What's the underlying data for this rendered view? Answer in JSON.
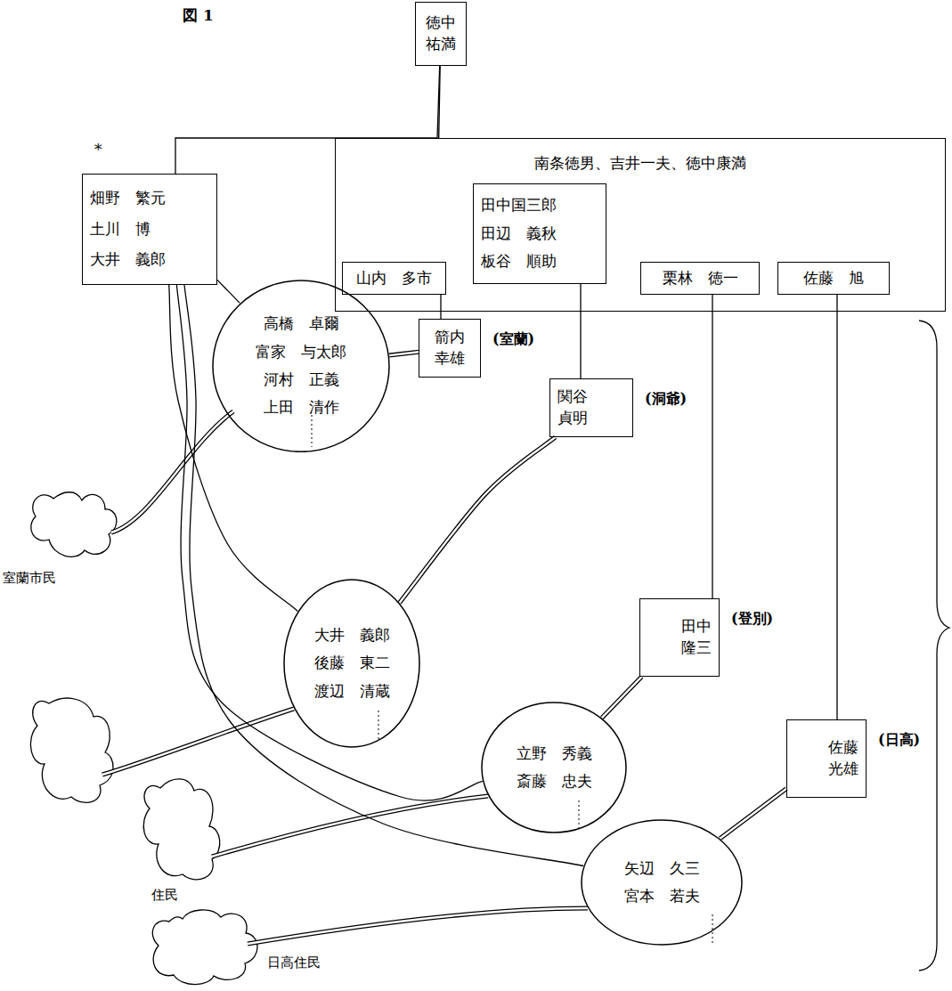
{
  "diagram": {
    "nodes": [
      {
        "text": [
          "徳中 祐満"
        ]
      },
      {
        "text": [
          "畑野　繁元",
          "土川　博",
          "大井　義郎"
        ]
      },
      {
        "text": [
          "南条徳男、吉井一夫、徳中康満"
        ]
      },
      {
        "text": [
          "田中国三郎",
          "田辺　義秋",
          "板谷　順助"
        ],
        "in": 2
      },
      {
        "text": [
          "山内　多市"
        ],
        "in": 2
      },
      {
        "text": [
          "栗林　徳一"
        ],
        "in": 2
      },
      {
        "text": [
          "佐藤　旭"
        ],
        "in": 2
      },
      {
        "text": [
          "高橋　卓爾",
          "富家　与太郎",
          "河村　正義",
          "上田　清作"
        ]
      },
      {
        "text": [
          "箭内 幸雄",
          "(室蘭)"
        ]
      },
      {
        "text": [
          "関谷 貞明",
          "(洞爺)"
        ]
      },
      {
        "text": [
          "大井　義郎",
          "後藤　東二",
          "渡辺　清蔵"
        ]
      },
      {
        "text": [
          "田中 隆三",
          "(登別)"
        ]
      },
      {
        "text": [
          "立野　秀義",
          "斎藤　忠夫"
        ]
      },
      {
        "text": [
          "佐藤 光雄",
          "(日高)"
        ]
      },
      {
        "text": [
          "矢辺　久三",
          "宮本　若夫"
        ]
      }
    ],
    "edges": [
      {
        "from": 0,
        "to": 2,
        "arrow": "none"
      },
      {
        "from": 0,
        "to": 1,
        "arrow": "none"
      },
      {
        "from": 4,
        "to": 8,
        "arrow": "none"
      },
      {
        "from": 3,
        "to": 9,
        "arrow": "none"
      },
      {
        "from": 5,
        "to": 11,
        "arrow": "none"
      },
      {
        "from": 6,
        "to": 13,
        "arrow": "none"
      },
      {
        "from": 1,
        "to": 7,
        "arrow": "none"
      },
      {
        "from": 1,
        "to": 10,
        "arrow": "none"
      },
      {
        "from": 1,
        "to": 12,
        "arrow": "none"
      },
      {
        "from": 1,
        "to": 14,
        "arrow": "none"
      },
      {
        "from": 7,
        "to": 8,
        "arrow": "none"
      },
      {
        "from": 9,
        "to": 10,
        "arrow": "none"
      },
      {
        "from": 11,
        "to": 12,
        "arrow": "none"
      },
      {
        "from": 13,
        "to": 14,
        "arrow": "none"
      }
    ],
    "labels": [
      "図 1",
      "*",
      "室蘭市民",
      "住民",
      "日高住民"
    ]
  }
}
